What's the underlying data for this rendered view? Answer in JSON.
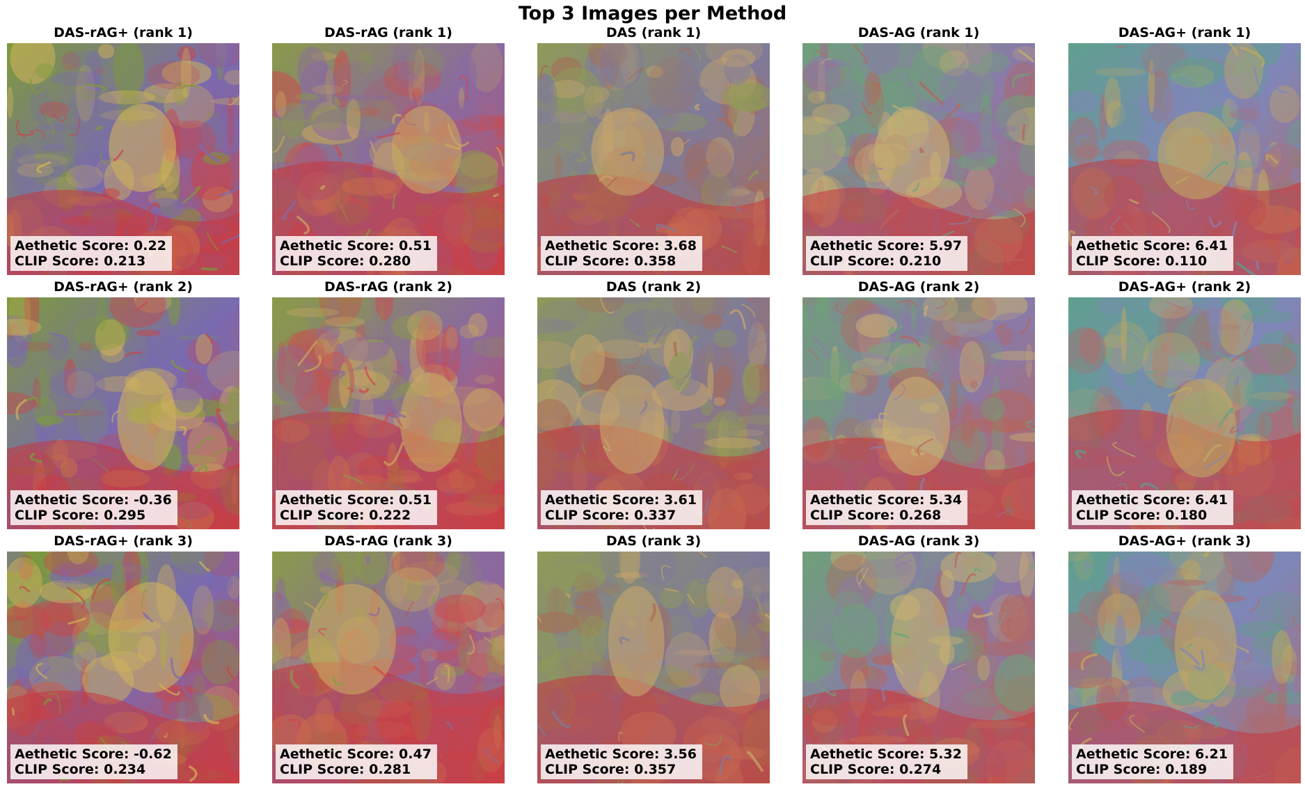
{
  "figure_title": "Top 3 Images per Method",
  "score_labels": {
    "aesthetic": "Aethetic Score: ",
    "clip": "CLIP Score: "
  },
  "columns": [
    {
      "method": "DAS-rAG+",
      "palette": [
        "#c8464a",
        "#7d9a3c",
        "#7a6ab0",
        "#d0b25a"
      ],
      "ranks": [
        {
          "caption": "DAS-rAG+ (rank 1)",
          "aesthetic": "0.22",
          "clip": "0.213"
        },
        {
          "caption": "DAS-rAG+ (rank 2)",
          "aesthetic": "-0.36",
          "clip": "0.295"
        },
        {
          "caption": "DAS-rAG+ (rank 3)",
          "aesthetic": "-0.62",
          "clip": "0.234"
        }
      ]
    },
    {
      "method": "DAS-rAG",
      "palette": [
        "#cc4a4e",
        "#8a9a4a",
        "#8a6aa0",
        "#c9a860"
      ],
      "ranks": [
        {
          "caption": "DAS-rAG (rank 1)",
          "aesthetic": "0.51",
          "clip": "0.280"
        },
        {
          "caption": "DAS-rAG (rank 2)",
          "aesthetic": "0.51",
          "clip": "0.222"
        },
        {
          "caption": "DAS-rAG (rank 3)",
          "aesthetic": "0.47",
          "clip": "0.281"
        }
      ]
    },
    {
      "method": "DAS",
      "palette": [
        "#a86a55",
        "#8f9a58",
        "#7f7a9a",
        "#c8a66a"
      ],
      "ranks": [
        {
          "caption": "DAS (rank 1)",
          "aesthetic": "3.68",
          "clip": "0.358"
        },
        {
          "caption": "DAS (rank 2)",
          "aesthetic": "3.61",
          "clip": "0.337"
        },
        {
          "caption": "DAS (rank 3)",
          "aesthetic": "3.56",
          "clip": "0.357"
        }
      ]
    },
    {
      "method": "DAS-AG",
      "palette": [
        "#b8645a",
        "#6fa07a",
        "#8a7aa8",
        "#c9b070"
      ],
      "ranks": [
        {
          "caption": "DAS-AG (rank 1)",
          "aesthetic": "5.97",
          "clip": "0.210"
        },
        {
          "caption": "DAS-AG (rank 2)",
          "aesthetic": "5.34",
          "clip": "0.268"
        },
        {
          "caption": "DAS-AG (rank 3)",
          "aesthetic": "5.32",
          "clip": "0.274"
        }
      ]
    },
    {
      "method": "DAS-AG+",
      "palette": [
        "#b06a6a",
        "#5fa08e",
        "#7f86b8",
        "#c2a860"
      ],
      "ranks": [
        {
          "caption": "DAS-AG+ (rank 1)",
          "aesthetic": "6.41",
          "clip": "0.110"
        },
        {
          "caption": "DAS-AG+ (rank 2)",
          "aesthetic": "6.41",
          "clip": "0.180"
        },
        {
          "caption": "DAS-AG+ (rank 3)",
          "aesthetic": "6.21",
          "clip": "0.189"
        }
      ]
    }
  ]
}
